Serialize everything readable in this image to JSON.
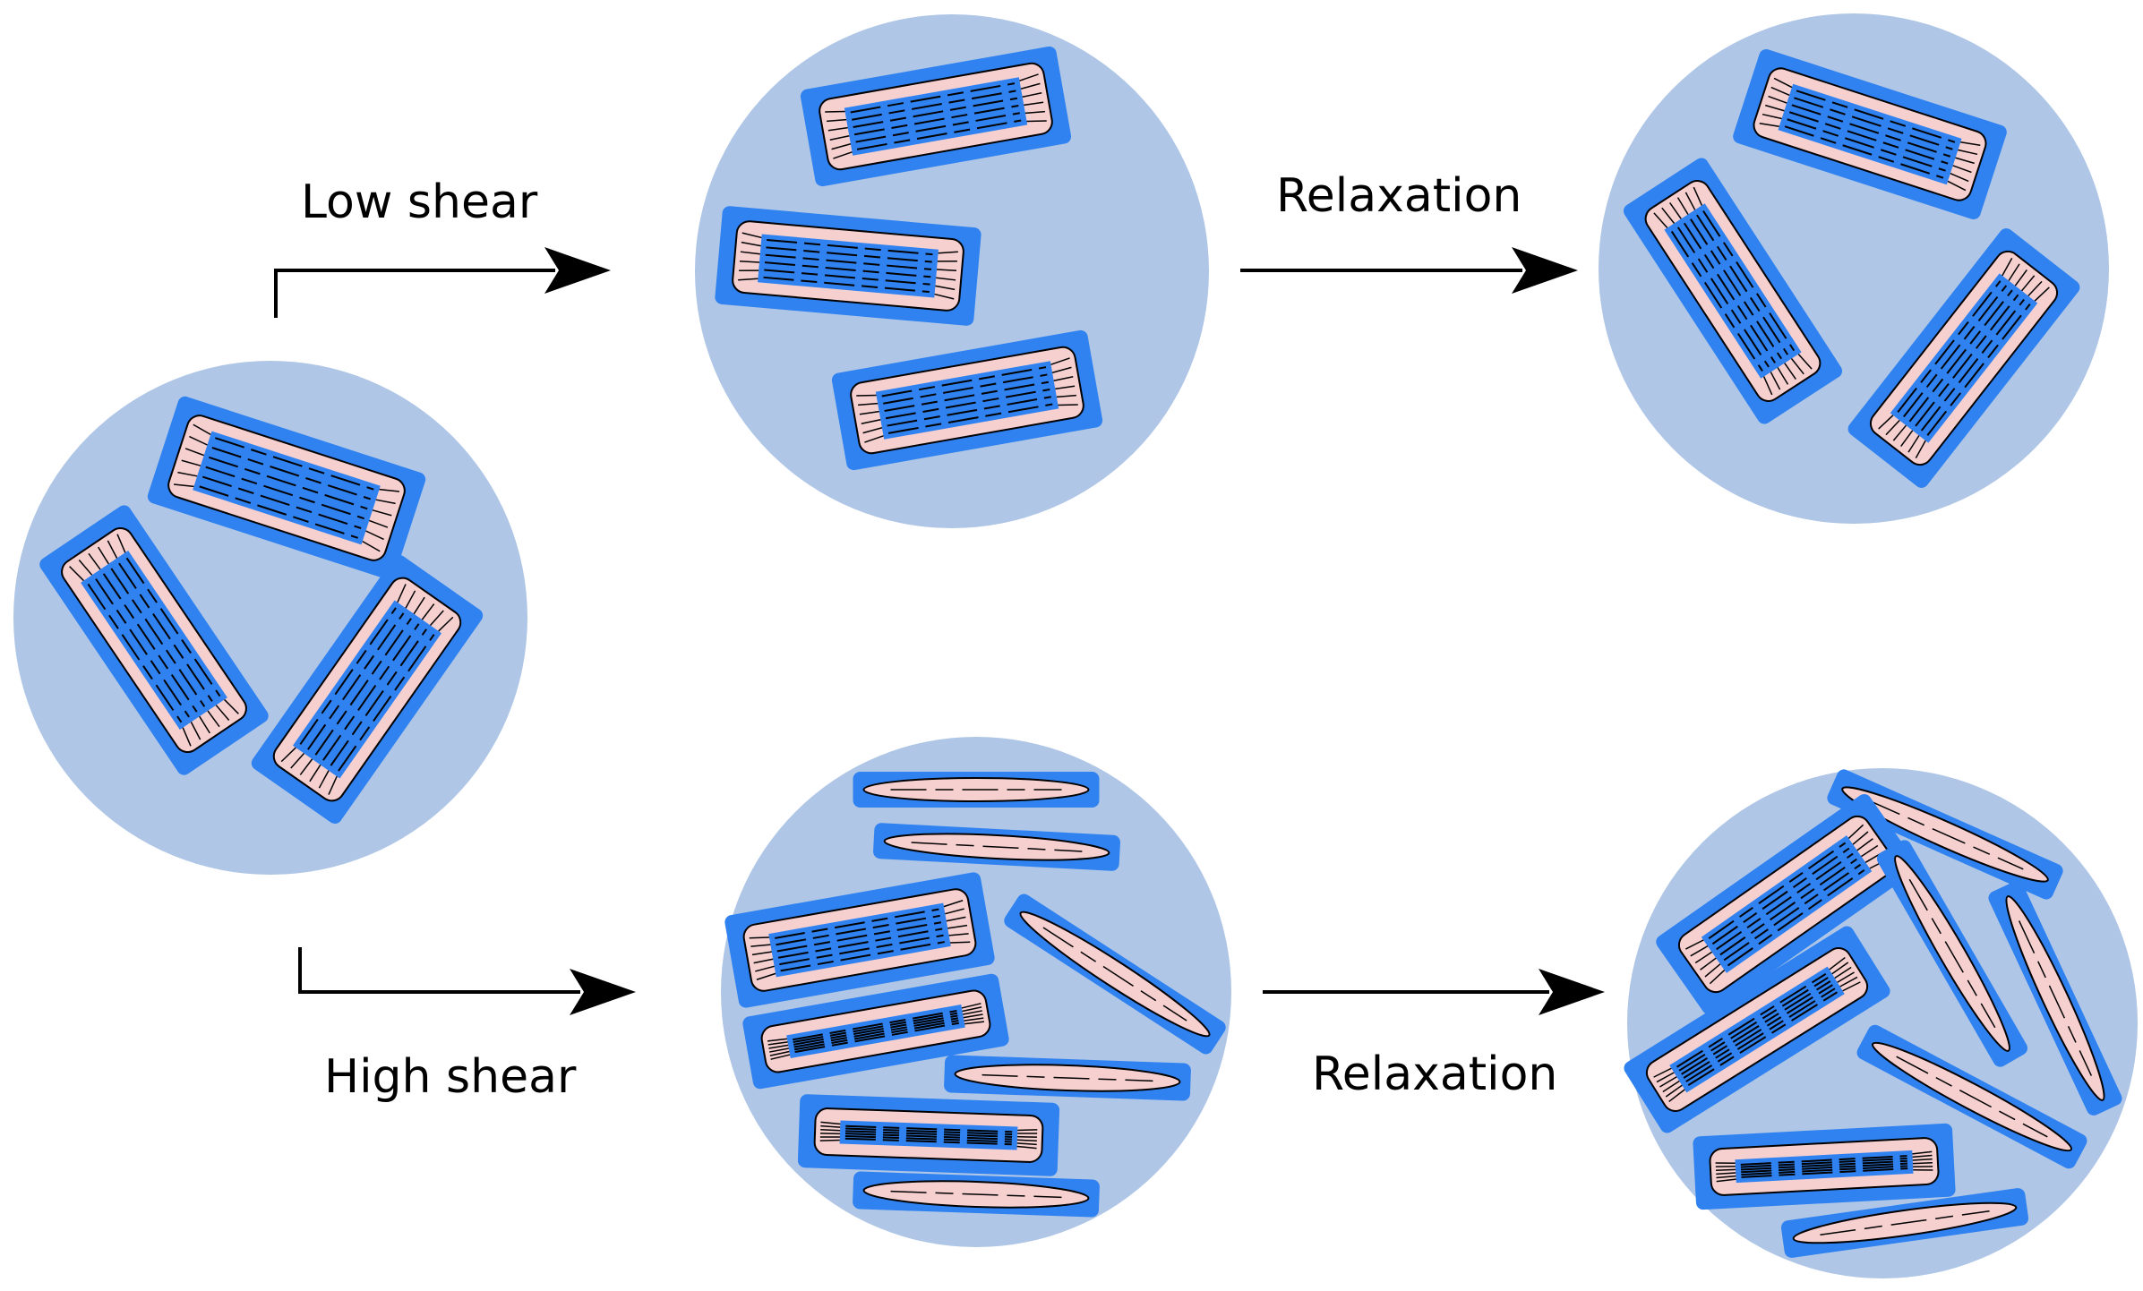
{
  "labels": {
    "low_shear": "Low shear",
    "high_shear": "High shear",
    "relaxation_top": "Relaxation",
    "relaxation_bottom": "Relaxation"
  },
  "colors": {
    "background": "#ffffff",
    "droplet": "#afc6e6",
    "frame": "#2f82f0",
    "particle": "#f6cfcf",
    "stripes": "#000000",
    "arrow": "#000000"
  },
  "panels": [
    {
      "id": "initial",
      "description_label": ""
    },
    {
      "id": "low-shear-result"
    },
    {
      "id": "low-shear-relaxed"
    },
    {
      "id": "high-shear-result"
    },
    {
      "id": "high-shear-relaxed"
    }
  ]
}
